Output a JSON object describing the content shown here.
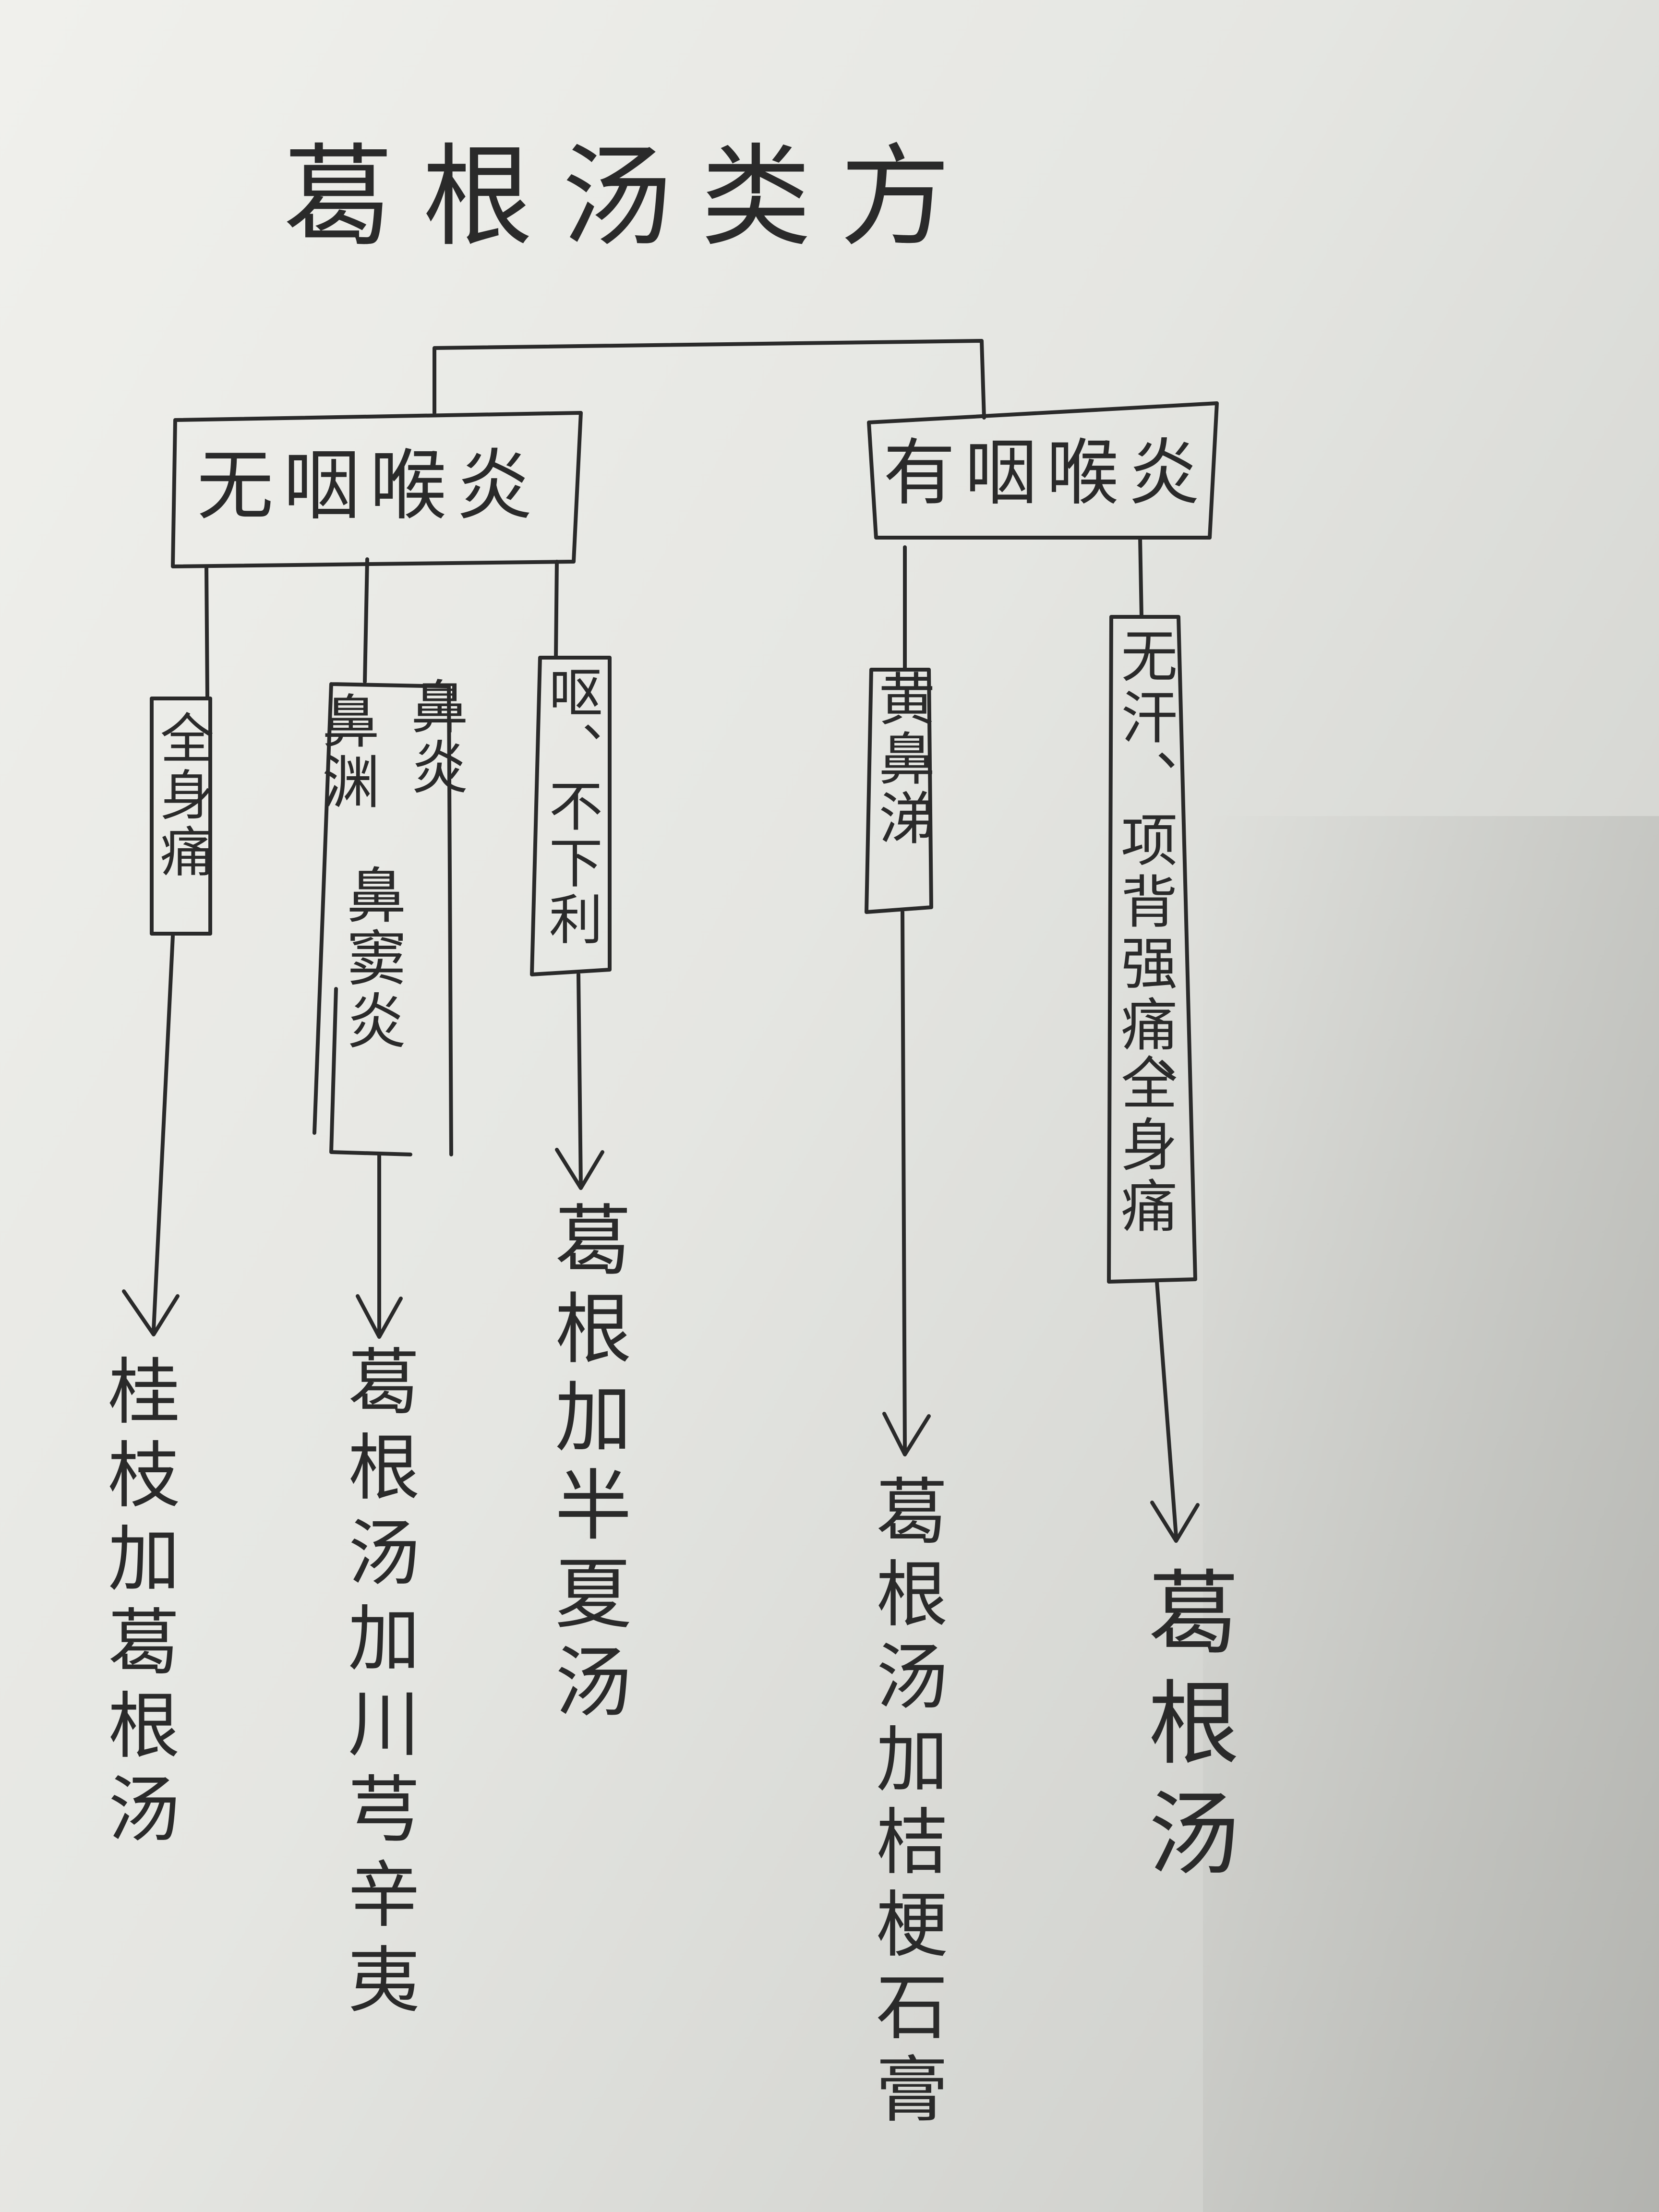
{
  "title": "葛根汤类方",
  "categories": {
    "left": "无咽喉炎",
    "right": "有咽喉炎"
  },
  "symptoms": {
    "s1": "全身痛",
    "s2a": "鼻渊",
    "s2b": "鼻炎",
    "s2c": "鼻窦炎",
    "s3": "呕、不下利",
    "s4": "黄鼻涕",
    "s5a": "无汗、项背强痛、",
    "s5b": "全身痛"
  },
  "prescriptions": {
    "p1": "桂枝加葛根汤",
    "p2": "葛根汤加川芎辛夷",
    "p3": "葛根加半夏汤",
    "p4": "葛根汤加桔梗石膏",
    "p5": "葛根汤"
  }
}
